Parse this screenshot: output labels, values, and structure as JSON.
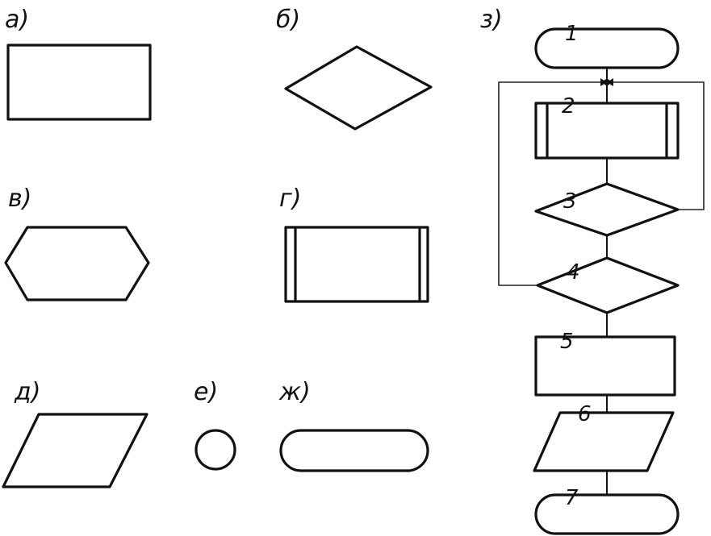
{
  "labels": {
    "a": "а)",
    "b": "б)",
    "v": "в)",
    "g": "г)",
    "d": "д)",
    "e": "е)",
    "zh": "ж)",
    "z": "з)"
  },
  "flowchart": {
    "n1": "1",
    "n2": "2",
    "n3": "3",
    "n4": "4",
    "n5": "5",
    "n6": "6",
    "n7": "7"
  }
}
